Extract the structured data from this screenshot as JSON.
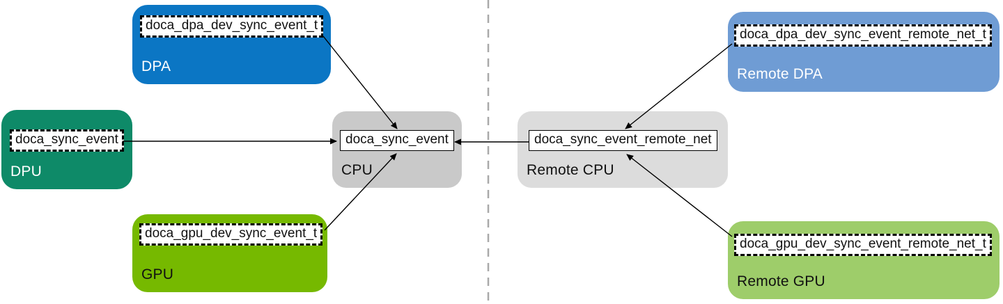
{
  "nodes": {
    "dpa": {
      "title": "DPA",
      "chip": "doca_dpa_dev_sync_event_t",
      "color": "#0b76c4",
      "title_color": "#ffffff",
      "chip_style": "dashed"
    },
    "dpu": {
      "title": "DPU",
      "chip": "doca_sync_event",
      "color": "#0e8a68",
      "title_color": "#ffffff",
      "chip_style": "dashed"
    },
    "gpu": {
      "title": "GPU",
      "chip": "doca_gpu_dev_sync_event_t",
      "color": "#76b900",
      "title_color": "#111111",
      "chip_style": "dashed"
    },
    "cpu": {
      "title": "CPU",
      "chip": "doca_sync_event",
      "color": "#c9c9c9",
      "title_color": "#111111",
      "chip_style": "solid"
    },
    "rcpu": {
      "title": "Remote CPU",
      "chip": "doca_sync_event_remote_net",
      "color": "#dcdcdc",
      "title_color": "#111111",
      "chip_style": "solid"
    },
    "rdpa": {
      "title": "Remote DPA",
      "chip": "doca_dpa_dev_sync_event_remote_net_t",
      "color": "#6f9cd4",
      "title_color": "#ffffff",
      "chip_style": "dashed"
    },
    "rgpu": {
      "title": "Remote GPU",
      "chip": "doca_gpu_dev_sync_event_remote_net_t",
      "color": "#9ecd6a",
      "title_color": "#111111",
      "chip_style": "dashed"
    }
  },
  "edges": [
    {
      "from": "dpa",
      "to": "cpu",
      "arrow_at": "cpu"
    },
    {
      "from": "dpu",
      "to": "cpu",
      "arrow_at": "cpu"
    },
    {
      "from": "gpu",
      "to": "cpu",
      "arrow_at": "cpu"
    },
    {
      "from": "rcpu",
      "to": "cpu",
      "arrow_at": "cpu"
    },
    {
      "from": "rdpa",
      "to": "rcpu",
      "arrow_at": "rcpu"
    },
    {
      "from": "rgpu",
      "to": "rcpu",
      "arrow_at": "rcpu"
    }
  ],
  "divider": {
    "color": "#a9a9a9",
    "style": "dashed"
  },
  "arrow_color": "#000000"
}
